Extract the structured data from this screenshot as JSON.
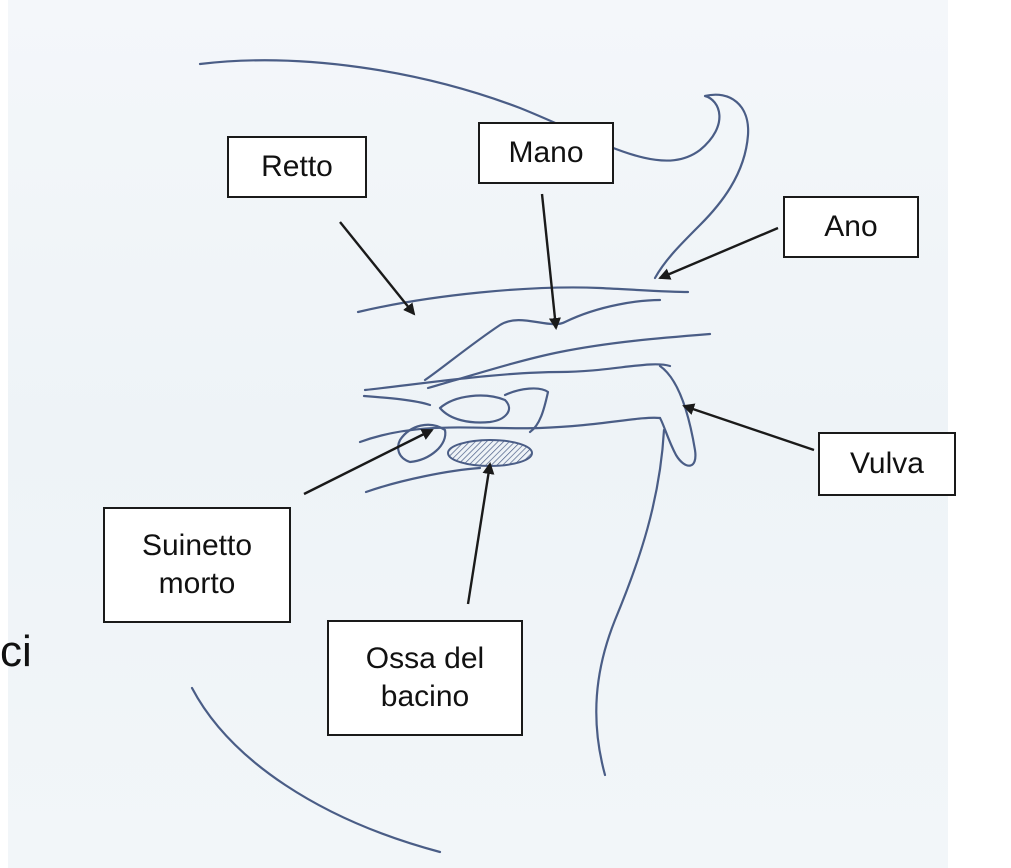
{
  "labels": {
    "retto": "Retto",
    "mano": "Mano",
    "ano": "Ano",
    "vulva": "Vulva",
    "suinetto_line1": "Suinetto",
    "suinetto_line2": "morto",
    "ossa_line1": "Ossa del",
    "ossa_line2": "bacino"
  },
  "edge_text": "ci",
  "colors": {
    "sketch_stroke": "#4a5d86",
    "arrow": "#1a1a1a",
    "label_border": "#1a1a1a",
    "background": "#f2f6f9"
  }
}
